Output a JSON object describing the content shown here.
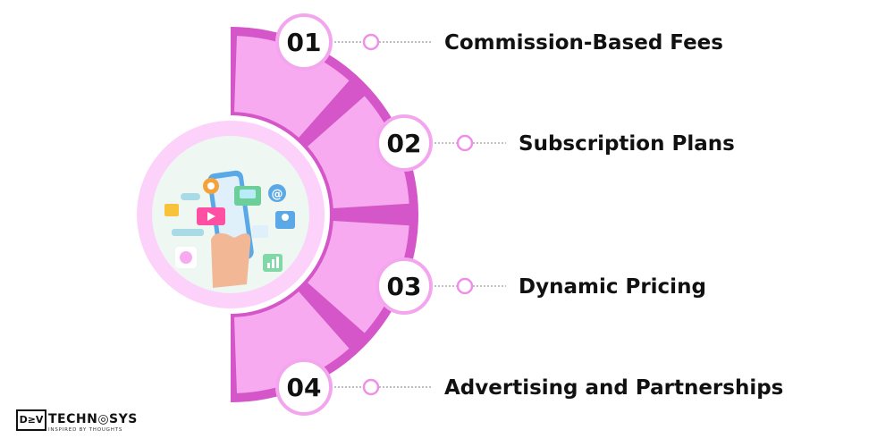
{
  "colors": {
    "ring": "#d456c8",
    "segment": "#f8aaf1",
    "center_outer": "#fcd2fa",
    "center_inner": "#eef7f1",
    "badge_border": "#f3a6ee",
    "text": "#111111"
  },
  "steps": [
    {
      "number": "01",
      "label": "Commission-Based Fees"
    },
    {
      "number": "02",
      "label": "Subscription Plans"
    },
    {
      "number": "03",
      "label": "Dynamic Pricing"
    },
    {
      "number": "04",
      "label": "Advertising and Partnerships"
    }
  ],
  "center": {
    "icon": "smartphone-apps-illustration"
  },
  "logo": {
    "mark": "D≥V",
    "name": "TECHN◎SYS",
    "tagline": "INSPIRED BY THOUGHTS"
  }
}
